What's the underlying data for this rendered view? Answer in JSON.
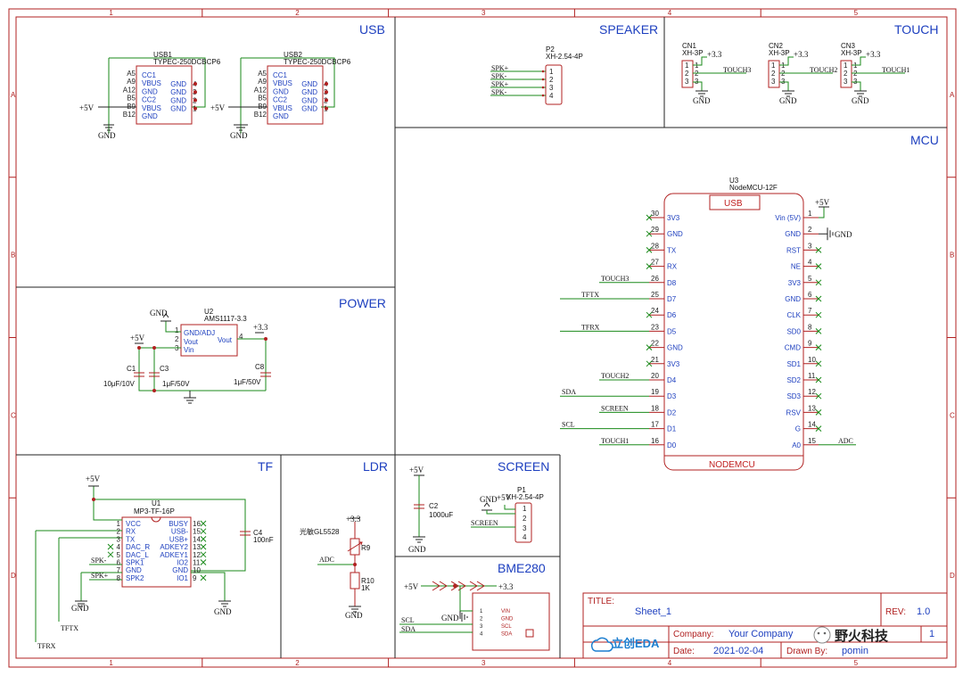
{
  "frame": {
    "cols": [
      "1",
      "2",
      "3",
      "4",
      "5"
    ],
    "rows": [
      "A",
      "B",
      "C",
      "D"
    ]
  },
  "sections": {
    "usb": "USB",
    "speaker": "SPEAKER",
    "touch": "TOUCH",
    "mcu": "MCU",
    "power": "POWER",
    "tf": "TF",
    "ldr": "LDR",
    "screen": "SCREEN",
    "bme280": "BME280"
  },
  "usb": {
    "usb1": {
      "ref": "USB1",
      "part": "TYPEC-250DCBCP6",
      "power": "+5V",
      "gnd": "GND"
    },
    "usb2": {
      "ref": "USB2",
      "part": "TYPEC-250DCBCP6",
      "power": "+5V",
      "gnd": "GND"
    },
    "left_pins": [
      "CC1",
      "VBUS",
      "GND",
      "CC2",
      "VBUS",
      "GND"
    ],
    "left_nums": [
      "A5",
      "A9",
      "A12",
      "B5",
      "B9",
      "B12"
    ],
    "right_pins": [
      "GND",
      "GND",
      "GND",
      "GND"
    ],
    "right_nums": [
      "4",
      "3",
      "2",
      "1"
    ]
  },
  "speaker": {
    "ref": "P2",
    "part": "XH-2.54-4P",
    "nets": [
      "SPK+",
      "SPK-",
      "SPK+",
      "SPK-"
    ],
    "nums": [
      "1",
      "2",
      "3",
      "4"
    ]
  },
  "touch": {
    "connectors": [
      {
        "ref": "CN1",
        "part": "XH-3P",
        "net": "TOUCH3",
        "vcc": "+3.3",
        "gnd": "GND"
      },
      {
        "ref": "CN2",
        "part": "XH-3P",
        "net": "TOUCH2",
        "vcc": "+3.3",
        "gnd": "GND"
      },
      {
        "ref": "CN3",
        "part": "XH-3P",
        "net": "TOUCH1",
        "vcc": "+3.3",
        "gnd": "GND"
      }
    ],
    "nums": [
      "1",
      "2",
      "3"
    ]
  },
  "mcu": {
    "ref": "U3",
    "part": "NodeMCU-12F",
    "usb": "USB",
    "name": "NODEMCU",
    "left": [
      {
        "num": "30",
        "pin": "3V3",
        "net": ""
      },
      {
        "num": "29",
        "pin": "GND",
        "net": ""
      },
      {
        "num": "28",
        "pin": "TX",
        "net": ""
      },
      {
        "num": "27",
        "pin": "RX",
        "net": ""
      },
      {
        "num": "26",
        "pin": "D8",
        "net": "TOUCH3"
      },
      {
        "num": "25",
        "pin": "D7",
        "net": "TFTX"
      },
      {
        "num": "24",
        "pin": "D6",
        "net": ""
      },
      {
        "num": "23",
        "pin": "D5",
        "net": "TFRX"
      },
      {
        "num": "22",
        "pin": "GND",
        "net": ""
      },
      {
        "num": "21",
        "pin": "3V3",
        "net": ""
      },
      {
        "num": "20",
        "pin": "D4",
        "net": "TOUCH2"
      },
      {
        "num": "19",
        "pin": "D3",
        "net": "SDA"
      },
      {
        "num": "18",
        "pin": "D2",
        "net": "SCREEN"
      },
      {
        "num": "17",
        "pin": "D1",
        "net": "SCL"
      },
      {
        "num": "16",
        "pin": "D0",
        "net": "TOUCH1"
      }
    ],
    "right": [
      {
        "num": "1",
        "pin": "Vin (5V)",
        "net": "+5V"
      },
      {
        "num": "2",
        "pin": "GND",
        "net": "GND"
      },
      {
        "num": "3",
        "pin": "RST",
        "net": ""
      },
      {
        "num": "4",
        "pin": "NE",
        "net": ""
      },
      {
        "num": "5",
        "pin": "3V3",
        "net": ""
      },
      {
        "num": "6",
        "pin": "GND",
        "net": ""
      },
      {
        "num": "7",
        "pin": "CLK",
        "net": ""
      },
      {
        "num": "8",
        "pin": "SD0",
        "net": ""
      },
      {
        "num": "9",
        "pin": "CMD",
        "net": ""
      },
      {
        "num": "10",
        "pin": "SD1",
        "net": ""
      },
      {
        "num": "11",
        "pin": "SD2",
        "net": ""
      },
      {
        "num": "12",
        "pin": "SD3",
        "net": ""
      },
      {
        "num": "13",
        "pin": "RSV",
        "net": ""
      },
      {
        "num": "14",
        "pin": "G",
        "net": ""
      },
      {
        "num": "15",
        "pin": "A0",
        "net": "ADC"
      }
    ]
  },
  "power": {
    "ref": "U2",
    "part": "AMS1117-3.3",
    "pins": [
      "GND/ADJ",
      "Vout",
      "Vin"
    ],
    "nums": [
      "1",
      "2",
      "3",
      "4"
    ],
    "in": "+5V",
    "out": "+3.3",
    "gnd": "GND",
    "c1": {
      "ref": "C1",
      "val": "10μF/10V"
    },
    "c3": {
      "ref": "C3",
      "val": "1μF/50V"
    },
    "c8": {
      "ref": "C8",
      "val": "1μF/50V"
    }
  },
  "tf": {
    "ref": "U1",
    "part": "MP3-TF-16P",
    "vcc": "+5V",
    "left": [
      {
        "num": "1",
        "pin": "VCC"
      },
      {
        "num": "2",
        "pin": "RX"
      },
      {
        "num": "3",
        "pin": "TX"
      },
      {
        "num": "4",
        "pin": "DAC_R"
      },
      {
        "num": "5",
        "pin": "DAC_L"
      },
      {
        "num": "6",
        "pin": "SPK1"
      },
      {
        "num": "7",
        "pin": "GND"
      },
      {
        "num": "8",
        "pin": "SPK2"
      }
    ],
    "right": [
      {
        "num": "16",
        "pin": "BUSY"
      },
      {
        "num": "15",
        "pin": "USB-"
      },
      {
        "num": "14",
        "pin": "USB+"
      },
      {
        "num": "13",
        "pin": "ADKEY2"
      },
      {
        "num": "12",
        "pin": "ADKEY1"
      },
      {
        "num": "11",
        "pin": "IO2"
      },
      {
        "num": "10",
        "pin": "GND"
      },
      {
        "num": "9",
        "pin": "IO1"
      }
    ],
    "spk_minus": "SPK-",
    "spk_plus": "SPK+",
    "tftx": "TFTX",
    "tfrx": "TFRX",
    "c4": {
      "ref": "C4",
      "val": "100nF"
    },
    "gnd1": "GND",
    "gnd2": "GND"
  },
  "ldr": {
    "vcc": "+3.3",
    "r9": "R9",
    "r9_desc": "光敏GL5528",
    "adc": "ADC",
    "r10": "R10",
    "r10_val": "1K",
    "gnd": "GND"
  },
  "screen": {
    "vcc": "+5V",
    "c2": "C2",
    "c2_val": "1000uF",
    "gnd": "GND",
    "p1": "P1",
    "p1_part": "XH-2.54-4P",
    "p1_vcc": "+5V",
    "p1_gnd": "GND",
    "net": "SCREEN",
    "nums": [
      "1",
      "2",
      "3",
      "4"
    ]
  },
  "bme280": {
    "vcc_in": "+5V",
    "vcc_out": "+3.3",
    "gnd": "GND",
    "pins": [
      "VIN",
      "GND",
      "SCL",
      "SDA"
    ],
    "nums": [
      "1",
      "2",
      "3",
      "4"
    ],
    "scl": "SCL",
    "sda": "SDA"
  },
  "title_block": {
    "title_label": "TITLE:",
    "title": "Sheet_1",
    "rev_label": "REV:",
    "rev": "1.0",
    "company_label": "Company:",
    "company": "Your Company",
    "date_label": "Date:",
    "date": "2021-02-04",
    "drawn_label": "Drawn By:",
    "drawn": "pomin",
    "sheet": "1",
    "logo": "立创EDA",
    "watermark": "野火科技"
  }
}
